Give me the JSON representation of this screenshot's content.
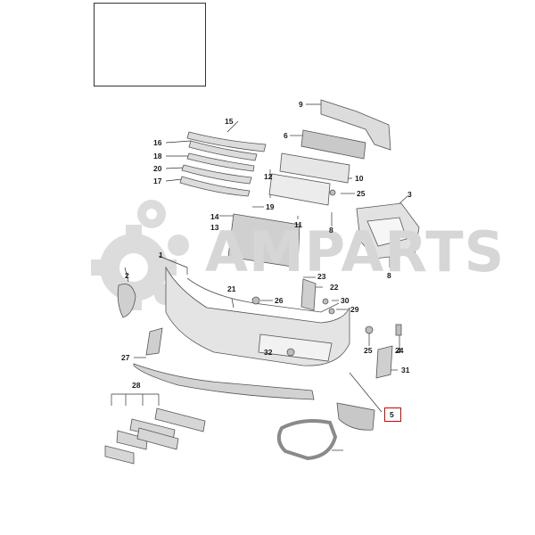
{
  "diagram": {
    "watermark_text": "AMPARTS",
    "highlight_color": "#d00000",
    "part_gray": "#d9d9d9",
    "callouts": [
      {
        "id": "c1",
        "text": "1"
      },
      {
        "id": "c2",
        "text": "2"
      },
      {
        "id": "c3",
        "text": "3"
      },
      {
        "id": "c4",
        "text": "4"
      },
      {
        "id": "c5",
        "text": "5",
        "highlighted": true
      },
      {
        "id": "c6",
        "text": "6"
      },
      {
        "id": "c8a",
        "text": "8"
      },
      {
        "id": "c8b",
        "text": "8"
      },
      {
        "id": "c9",
        "text": "9"
      },
      {
        "id": "c10",
        "text": "10"
      },
      {
        "id": "c11",
        "text": "11"
      },
      {
        "id": "c12",
        "text": "12"
      },
      {
        "id": "c13",
        "text": "13"
      },
      {
        "id": "c14",
        "text": "14"
      },
      {
        "id": "c15",
        "text": "15"
      },
      {
        "id": "c16",
        "text": "16"
      },
      {
        "id": "c17",
        "text": "17"
      },
      {
        "id": "c18",
        "text": "18"
      },
      {
        "id": "c19",
        "text": "19"
      },
      {
        "id": "c20",
        "text": "20"
      },
      {
        "id": "c21",
        "text": "21"
      },
      {
        "id": "c22",
        "text": "22"
      },
      {
        "id": "c23",
        "text": "23"
      },
      {
        "id": "c24",
        "text": "24"
      },
      {
        "id": "c25a",
        "text": "25"
      },
      {
        "id": "c25b",
        "text": "25"
      },
      {
        "id": "c26",
        "text": "26"
      },
      {
        "id": "c27",
        "text": "27"
      },
      {
        "id": "c28",
        "text": "28"
      },
      {
        "id": "c29",
        "text": "29"
      },
      {
        "id": "c30",
        "text": "30"
      },
      {
        "id": "c31",
        "text": "31"
      },
      {
        "id": "c32",
        "text": "32"
      }
    ]
  }
}
